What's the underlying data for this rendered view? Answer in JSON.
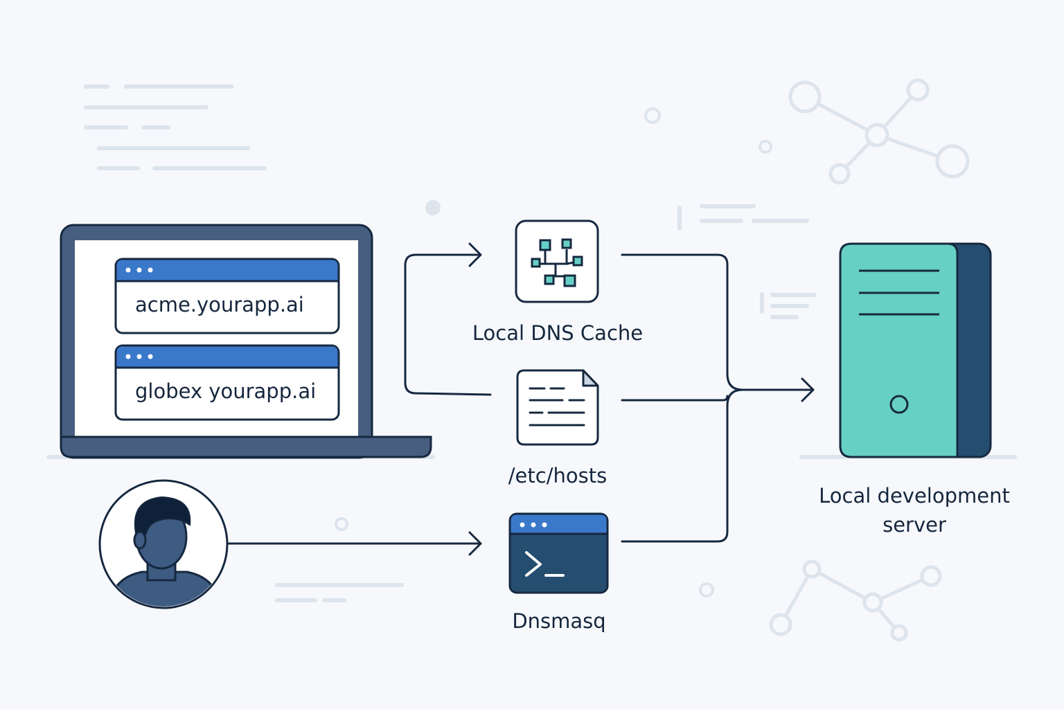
{
  "laptop": {
    "windows": [
      {
        "url": "acme.yourapp.ai"
      },
      {
        "url": "globex yourapp.ai"
      }
    ]
  },
  "nodes": {
    "dns_cache": {
      "label": "Local DNS Cache",
      "icon": "network-icon"
    },
    "hosts": {
      "label": "/etc/hosts",
      "icon": "document-icon"
    },
    "dnsmasq": {
      "label": "Dnsmasq",
      "icon": "terminal-icon"
    },
    "server": {
      "label_line1": "Local development",
      "label_line2": "server",
      "icon": "server-tower-icon"
    }
  },
  "colors": {
    "background": "#f6f8fb",
    "outline": "#16283f",
    "laptop_frame": "#475e80",
    "titlebar_blue": "#3a78c9",
    "teal": "#66d0c4",
    "server_dark": "#254d6f",
    "avatar": "#3e5b82",
    "decor": "#dde4ec"
  }
}
